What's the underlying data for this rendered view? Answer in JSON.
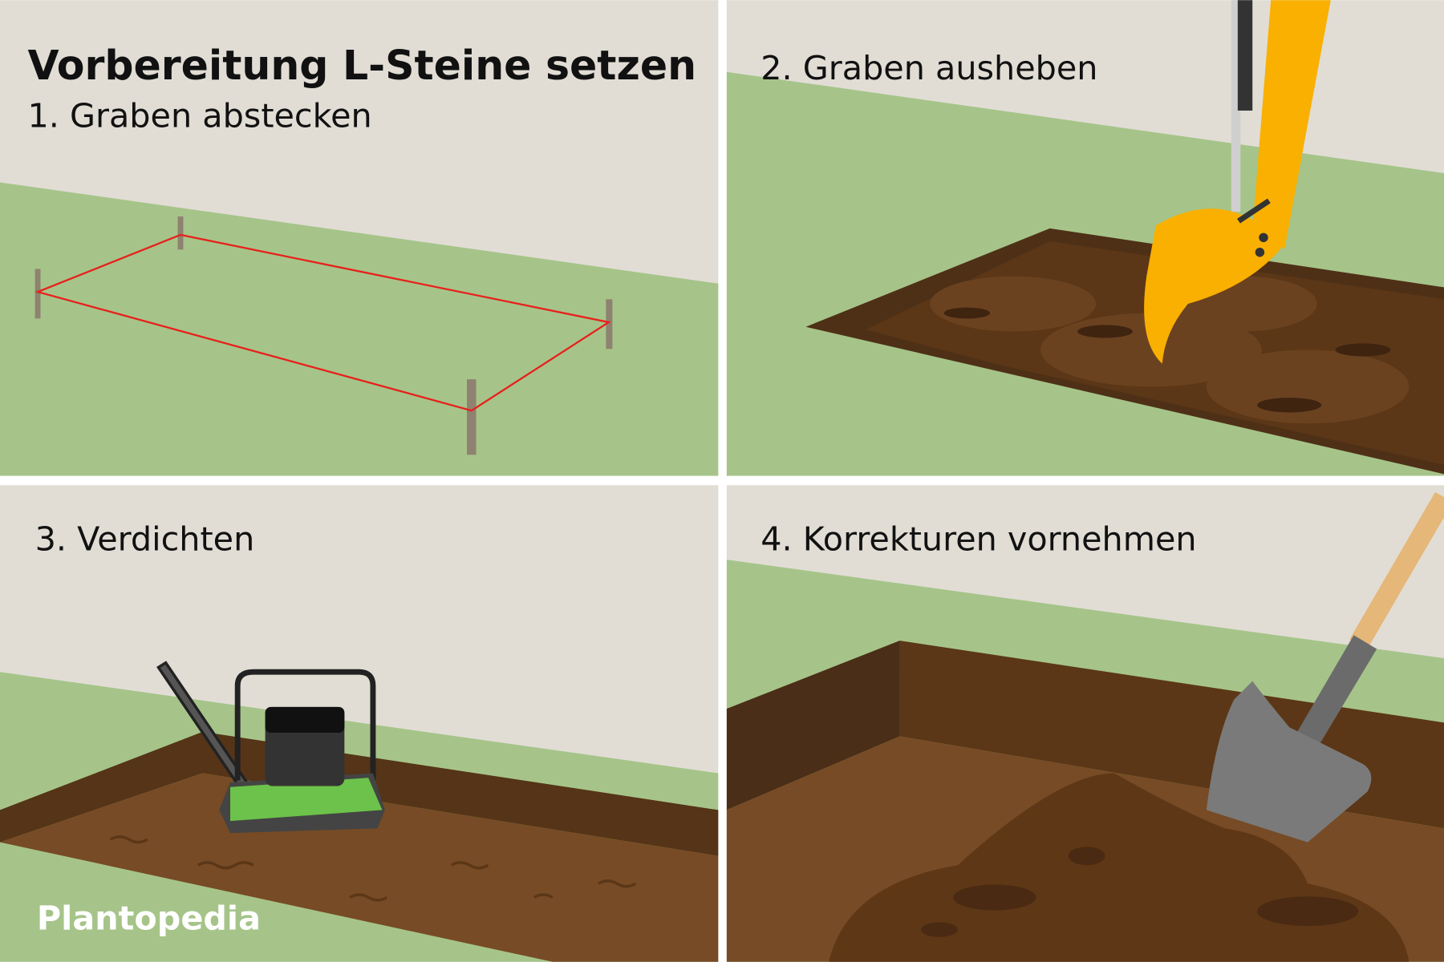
{
  "title": "Vorbereitung L-Steine setzen",
  "steps": [
    {
      "label": "1. Graben abstecken",
      "illustration": "stakes-with-red-string"
    },
    {
      "label": "2. Graben ausheben",
      "illustration": "excavator-bucket-digging"
    },
    {
      "label": "3. Verdichten",
      "illustration": "plate-compactor"
    },
    {
      "label": "4. Korrekturen vornehmen",
      "illustration": "shovel-in-soil"
    }
  ],
  "brand": "Plantopedia",
  "colors": {
    "sky": "#e1ddd5",
    "grass": "#a6c489",
    "soil": "#774b25",
    "soil_dark": "#4e3017",
    "string": "#e8201c",
    "excavator": "#f9b000",
    "compactor": "#6cc24a"
  }
}
